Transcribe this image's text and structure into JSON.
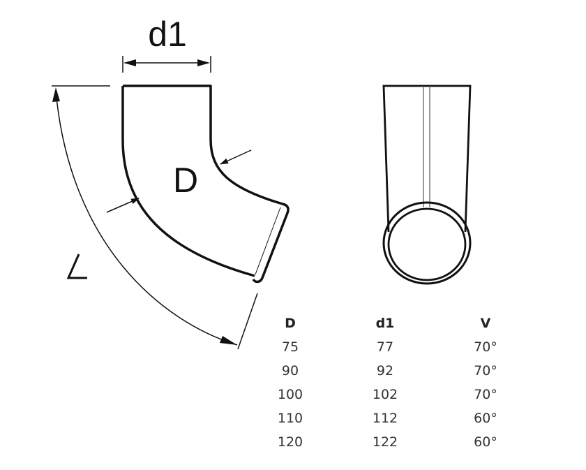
{
  "drawing": {
    "labels": {
      "d1": "d1",
      "D": "D",
      "angle": "∠"
    }
  },
  "table": {
    "headers": [
      "D",
      "d1",
      "V"
    ],
    "rows": [
      [
        "75",
        "77",
        "70°"
      ],
      [
        "90",
        "92",
        "70°"
      ],
      [
        "100",
        "102",
        "70°"
      ],
      [
        "110",
        "112",
        "60°"
      ],
      [
        "120",
        "122",
        "60°"
      ]
    ]
  }
}
